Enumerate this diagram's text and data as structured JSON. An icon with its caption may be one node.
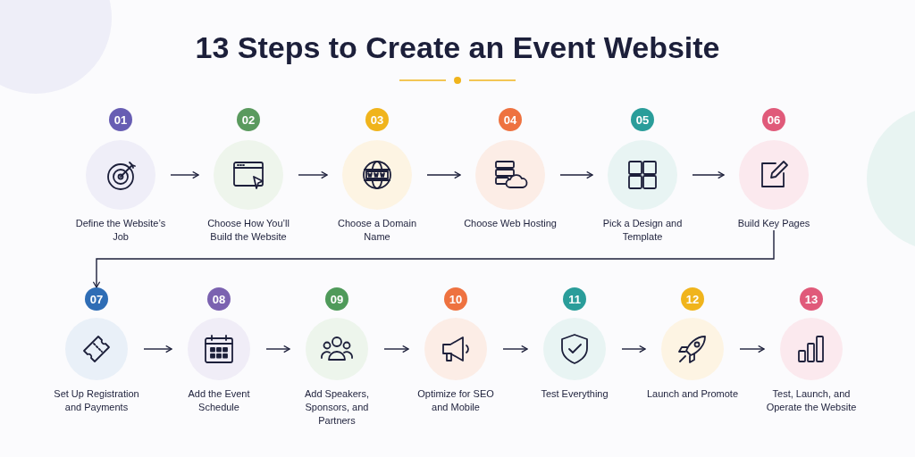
{
  "diagram": {
    "title": "13 Steps to Create an Event Website",
    "nodes": [
      {
        "text": [
          "01",
          "Define the Website’s Job"
        ]
      },
      {
        "text": [
          "02",
          "Choose How You’ll Build the Website"
        ]
      },
      {
        "text": [
          "03",
          "Choose a Domain Name"
        ]
      },
      {
        "text": [
          "04",
          "Choose Web Hosting"
        ]
      },
      {
        "text": [
          "05",
          "Pick a Design and Template"
        ]
      },
      {
        "text": [
          "06",
          "Build Key Pages"
        ]
      },
      {
        "text": [
          "07",
          "Set Up Registration and Payments"
        ]
      },
      {
        "text": [
          "08",
          "Add the Event Schedule"
        ]
      },
      {
        "text": [
          "09",
          "Add Speakers, Sponsors, and Partners"
        ]
      },
      {
        "text": [
          "10",
          "Optimize for SEO and Mobile"
        ]
      },
      {
        "text": [
          "11",
          "Test Everything"
        ]
      },
      {
        "text": [
          "12",
          "Launch and Promote"
        ]
      },
      {
        "text": [
          "13",
          "Test, Launch, and Operate the Website"
        ]
      }
    ],
    "edges": [
      {
        "from": 0,
        "to": 1,
        "arrow": "to"
      },
      {
        "from": 1,
        "to": 2,
        "arrow": "to"
      },
      {
        "from": 2,
        "to": 3,
        "arrow": "to"
      },
      {
        "from": 3,
        "to": 4,
        "arrow": "to"
      },
      {
        "from": 4,
        "to": 5,
        "arrow": "to"
      },
      {
        "from": 5,
        "to": 6,
        "arrow": "to"
      },
      {
        "from": 6,
        "to": 7,
        "arrow": "to"
      },
      {
        "from": 7,
        "to": 8,
        "arrow": "to"
      },
      {
        "from": 8,
        "to": 9,
        "arrow": "to"
      },
      {
        "from": 9,
        "to": 10,
        "arrow": "to"
      },
      {
        "from": 10,
        "to": 11,
        "arrow": "to"
      },
      {
        "from": 11,
        "to": 12,
        "arrow": "to"
      }
    ]
  }
}
